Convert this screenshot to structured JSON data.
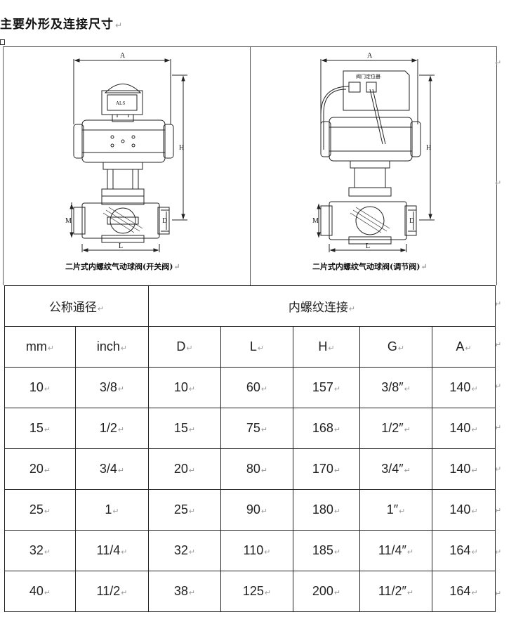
{
  "heading": "主要外形及连接尺寸",
  "paragraph_mark": "↵",
  "figures": {
    "left": {
      "caption": "二片式内螺纹气动球阀(开关阀)",
      "dim_top": "A",
      "dim_height": "H",
      "dim_port": "M",
      "dim_bore": "D",
      "dim_length": "L",
      "switch_label": "ALS"
    },
    "right": {
      "caption": "二片式内螺纹气动球阀(调节阀)",
      "dim_top": "A",
      "dim_height": "H",
      "dim_port": "M",
      "dim_bore": "D",
      "dim_length": "L",
      "positioner_label": "阀门定位器"
    }
  },
  "table": {
    "group_headers": [
      "公称通径",
      "内螺纹连接"
    ],
    "columns": [
      "mm",
      "inch",
      "D",
      "L",
      "H",
      "G",
      "A"
    ],
    "rows": [
      [
        "10",
        "3/8",
        "10",
        "60",
        "157",
        "3/8″",
        "140"
      ],
      [
        "15",
        "1/2",
        "15",
        "75",
        "168",
        "1/2″",
        "140"
      ],
      [
        "20",
        "3/4",
        "20",
        "80",
        "170",
        "3/4″",
        "140"
      ],
      [
        "25",
        "1",
        "25",
        "90",
        "180",
        "1″",
        "140"
      ],
      [
        "32",
        "11/4",
        "32",
        "110",
        "185",
        "11/4″",
        "164"
      ],
      [
        "40",
        "11/2",
        "38",
        "125",
        "200",
        "11/2″",
        "164"
      ]
    ]
  }
}
